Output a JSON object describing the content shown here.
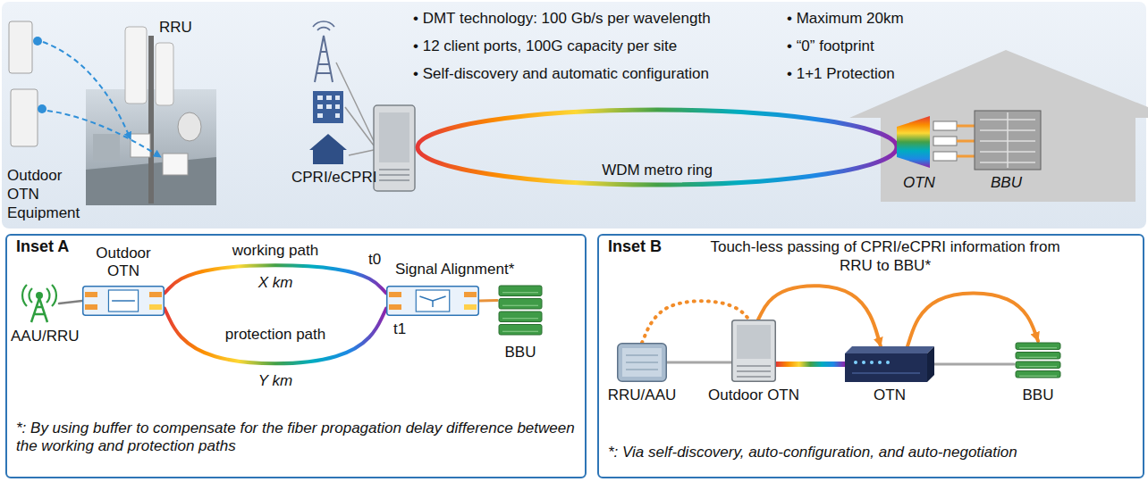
{
  "diagram": {
    "nodes": [
      {
        "text": [
          "Inset A",
          "*: By using buffer to compensate for the fiber propagation delay difference between the working and protection paths"
        ]
      },
      {
        "text": [
          "AAU/RRU"
        ],
        "in": 0
      },
      {
        "text": [
          "Outdoor OTN"
        ],
        "in": 0
      },
      {
        "text": [
          "Signal Alignment*"
        ],
        "in": 0
      },
      {
        "text": [
          "BBU"
        ],
        "in": 0
      },
      {
        "text": [
          "Inset B",
          "Touch-less passing of CPRI/eCPRI information from RRU to BBU*",
          "*: Via self-discovery, auto-configuration, and auto-negotiation"
        ]
      },
      {
        "text": [
          "RRU/AAU"
        ],
        "in": 5
      },
      {
        "text": [
          "Outdoor OTN"
        ],
        "in": 5
      },
      {
        "text": [
          "OTN"
        ],
        "in": 5
      },
      {
        "text": [
          "BBU"
        ],
        "in": 5
      }
    ],
    "edges": [
      {
        "from": 1,
        "to": 2,
        "arrow": "none"
      },
      {
        "from": 2,
        "to": 3,
        "arrow": "none",
        "label": "working path"
      },
      {
        "from": 2,
        "to": 3,
        "arrow": "none",
        "label": "protection path"
      },
      {
        "from": 3,
        "to": 4,
        "arrow": "none"
      },
      {
        "from": 6,
        "to": 7,
        "arrow": "none"
      },
      {
        "from": 7,
        "to": 8,
        "arrow": "none"
      },
      {
        "from": 8,
        "to": 9,
        "arrow": "none"
      },
      {
        "from": 6,
        "to": 7,
        "arrow": "none"
      },
      {
        "from": 7,
        "to": 8,
        "arrow": "to"
      },
      {
        "from": 8,
        "to": 9,
        "arrow": "to"
      }
    ],
    "labels": [
      "RRU",
      "Outdoor OTN Equipment",
      "• DMT technology: 100 Gb/s per wavelength",
      "• 12 client ports, 100G capacity per site",
      "• Self-discovery and automatic configuration",
      "• Maximum 20km",
      "• “0” footprint",
      "• 1+1 Protection",
      "CPRI/eCPRI",
      "WDM metro ring",
      "OTN",
      "BBU",
      "X km",
      "t0",
      "Y km",
      "t1"
    ]
  }
}
